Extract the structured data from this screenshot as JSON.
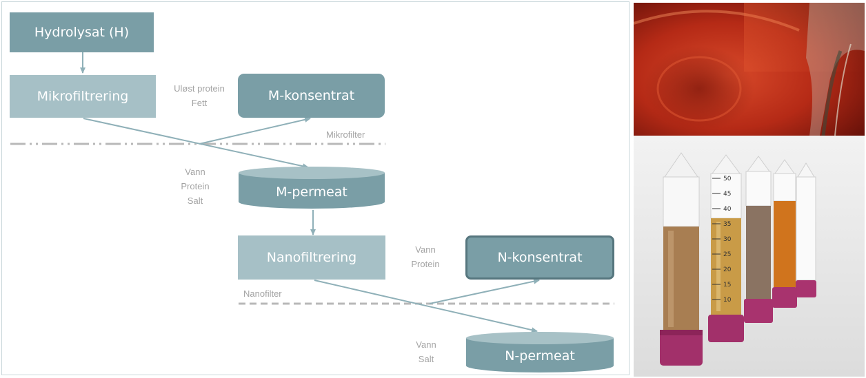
{
  "diagram": {
    "nodes": {
      "hydrolysat": "Hydrolysat (H)",
      "mikrofiltrering": "Mikrofiltrering",
      "m_konsentrat": "M-konsentrat",
      "m_permeat": "M-permeat",
      "nanofiltrering": "Nanofiltrering",
      "n_konsentrat": "N-konsentrat",
      "n_permeat": "N-permeat"
    },
    "notes": {
      "m_konsentrat": [
        "Uløst protein",
        "Fett"
      ],
      "m_permeat": [
        "Vann",
        "Protein",
        "Salt"
      ],
      "n_konsentrat": [
        "Vann",
        "Protein"
      ],
      "n_permeat": [
        "Vann",
        "Salt"
      ]
    },
    "filters": {
      "mikrofilter": "Mikrofilter",
      "nanofilter": "Nanofilter"
    }
  },
  "photos": {
    "top": "red liquid being poured into a flask",
    "bottom": "five sample tubes with liquids of different colors"
  },
  "tubes": {
    "scale_marks": [
      "50",
      "45",
      "40",
      "35",
      "30",
      "25",
      "20",
      "15",
      "10"
    ]
  },
  "colors": {
    "box_dark": "#7a9ea6",
    "box_light": "#a6c0c6",
    "line": "#8fb0b8",
    "note_text": "#a3a3a3"
  }
}
